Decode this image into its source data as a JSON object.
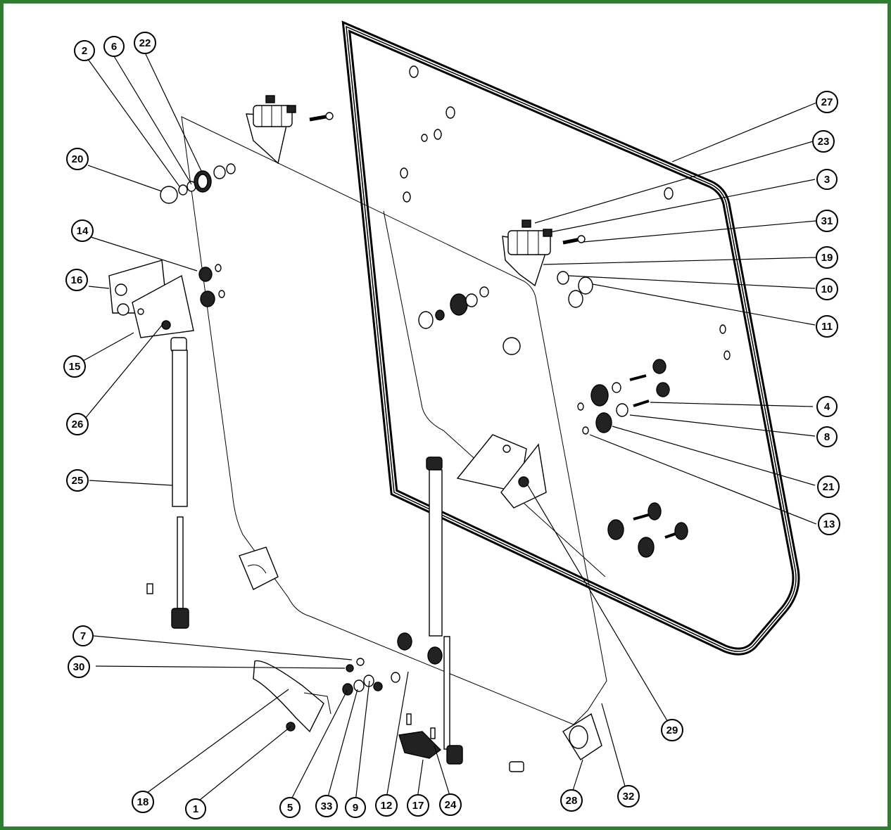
{
  "diagram": {
    "border_color": "#2e7d32",
    "callouts": [
      "1",
      "2",
      "3",
      "4",
      "5",
      "6",
      "7",
      "8",
      "9",
      "10",
      "11",
      "12",
      "13",
      "14",
      "15",
      "16",
      "17",
      "18",
      "19",
      "20",
      "21",
      "22",
      "23",
      "24",
      "25",
      "26",
      "27",
      "28",
      "29",
      "30",
      "31",
      "32",
      "33"
    ]
  }
}
